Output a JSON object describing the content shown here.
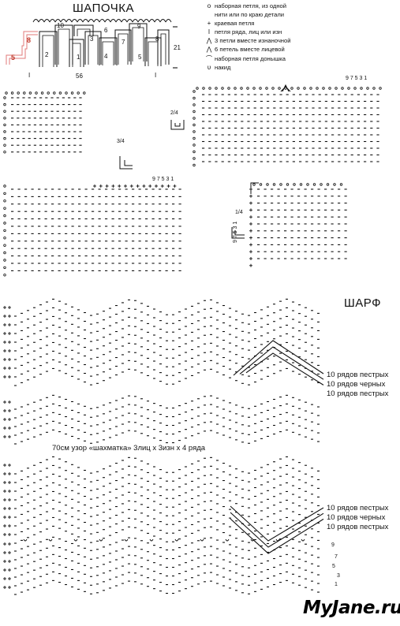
{
  "hat": {
    "title": "ШАПОЧКА",
    "schema_numbers": [
      "10",
      "9",
      "6",
      "8",
      "7",
      "3",
      "8",
      "2",
      "1",
      "4",
      "5",
      "5"
    ],
    "row_count": "21",
    "stitch_count": "56",
    "mark_left": "I",
    "mark_right": "I"
  },
  "legend": [
    {
      "symbol": "o",
      "text": "наборная петля, из одной"
    },
    {
      "symbol": "",
      "text": "нити или по краю детали"
    },
    {
      "symbol": "+",
      "text": "краевая петля"
    },
    {
      "symbol": "I",
      "text": "петля ряда, лиц или изн"
    },
    {
      "symbol": "⋀",
      "text": "3 петли вместе изнаночной"
    },
    {
      "symbol": "⋀",
      "text": "6 петель вместе лицевой"
    },
    {
      "symbol": "⌒",
      "text": "наборная петля донышка"
    },
    {
      "symbol": "υ",
      "text": "накид"
    }
  ],
  "fractions": {
    "half": "2/4",
    "three_quarter": "3/4",
    "quarter": "1/4"
  },
  "row_numbers_top": "9 7 5 3 1",
  "row_numbers_mid": "9 7 5 3 1",
  "row_numbers_quarter": "9 7 5 3 1",
  "scarf": {
    "title": "ШАРФ",
    "bands_top": [
      "10 рядов пестрых",
      "10 рядов черных",
      "10 рядов пестрых"
    ],
    "middle_text": "70см узор «шахматка» 3лиц х 3изн х 4 ряда",
    "bands_bottom": [
      "10 рядов пестрых",
      "10 рядов черных",
      "10 рядов пестрых"
    ],
    "row_numbers_right": [
      "9",
      "7",
      "5",
      "3",
      "1"
    ]
  },
  "watermark": "MyJane.ru"
}
